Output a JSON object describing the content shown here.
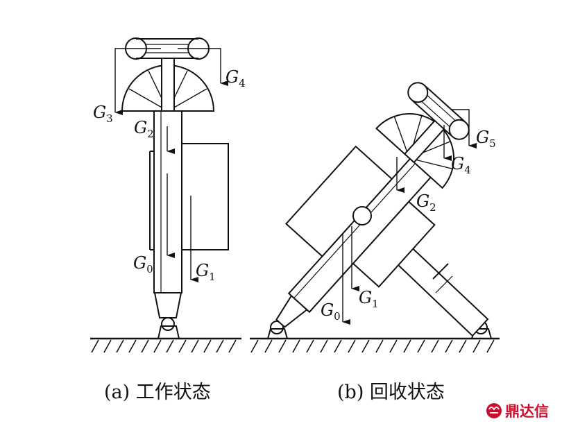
{
  "figure": {
    "part_a": {
      "caption": "(a) 工作状态",
      "forces": [
        {
          "id": "g3",
          "symbol": "G",
          "sub": "3"
        },
        {
          "id": "g4",
          "symbol": "G",
          "sub": "4"
        },
        {
          "id": "g2",
          "symbol": "G",
          "sub": "2"
        },
        {
          "id": "g0",
          "symbol": "G",
          "sub": "0"
        },
        {
          "id": "g1",
          "symbol": "G",
          "sub": "1"
        }
      ]
    },
    "part_b": {
      "caption": "(b) 回收状态",
      "forces": [
        {
          "id": "g5",
          "symbol": "G",
          "sub": "5"
        },
        {
          "id": "g4",
          "symbol": "G",
          "sub": "4"
        },
        {
          "id": "g2",
          "symbol": "G",
          "sub": "2"
        },
        {
          "id": "g1",
          "symbol": "G",
          "sub": "1"
        },
        {
          "id": "g0",
          "symbol": "G",
          "sub": "0"
        }
      ]
    },
    "watermark": {
      "text": "鼎达信",
      "icon": "logo-icon",
      "color": "#c8102e"
    },
    "line_color": "#111111"
  }
}
